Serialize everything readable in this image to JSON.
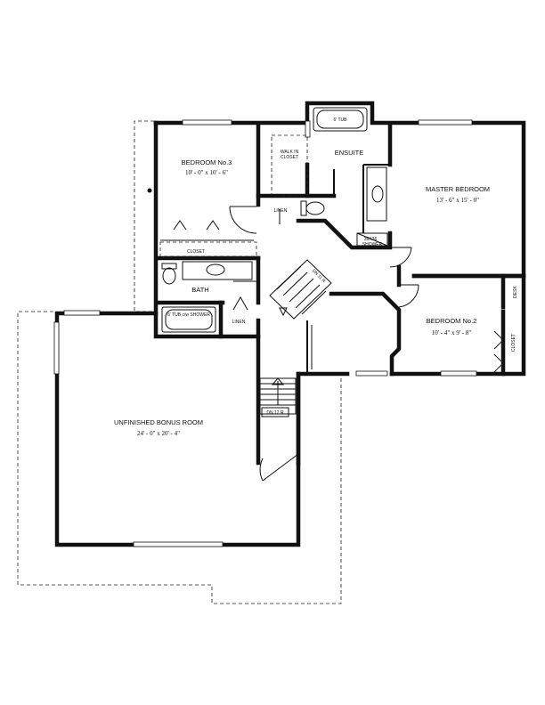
{
  "rooms": {
    "bedroom3": {
      "name": "BEDROOM No.3",
      "dims": "10' - 0\" x 10' - 6\""
    },
    "ensuite": {
      "name": "ENSUITE"
    },
    "master": {
      "name": "MASTER BEDROOM",
      "dims": "13' - 6\" x 15' - 0\""
    },
    "bedroom2": {
      "name": "BEDROOM No.2",
      "dims": "10' - 4\" x 9' - 8\""
    },
    "bath": {
      "name": "BATH"
    },
    "bonus": {
      "name": "UNFINISHED BONUS ROOM",
      "dims": "24' - 0\" x 20' - 4\""
    }
  },
  "fixtures": {
    "tub_ensuite": "6' TUB",
    "walkin_line1": "WALK IN",
    "walkin_line2": "CLOSET",
    "linen_ensuite": "LINEN",
    "shower_line1": "36X36",
    "shower_line2": "SHOWER",
    "closet_bed3": "CLOSET",
    "tub_bath": "6' TUB c/w SHOWER",
    "linen_bath": "LINEN",
    "desk": "DESK",
    "closet_bed2": "CLOSET",
    "stair_upper": "DN 11 R",
    "stair_lower": "DN 12 R"
  }
}
